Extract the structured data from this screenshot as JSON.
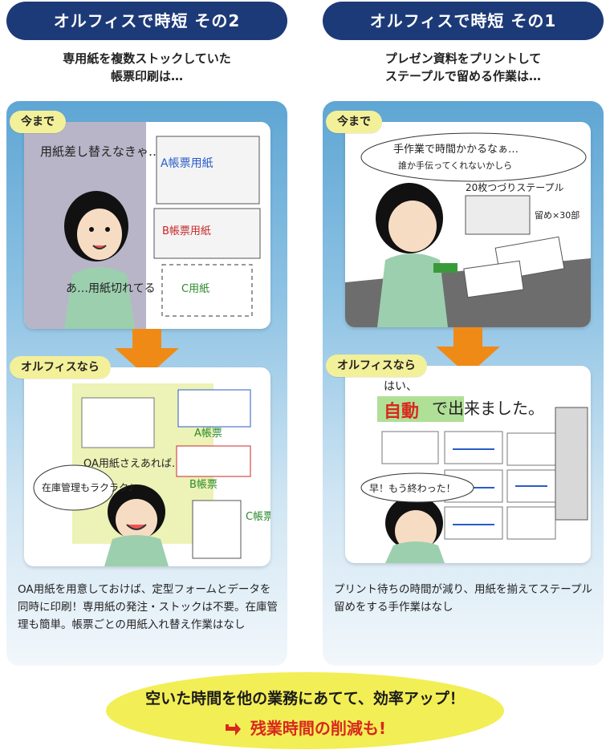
{
  "right_column": {
    "title": "オルフィスで時短 その1",
    "subtitle_line1": "プレゼン資料をプリントして",
    "subtitle_line2": "ステープルで留める作業は…",
    "before_label": "今まで",
    "after_label": "オルフィスなら",
    "before_illustration": {
      "speech_line1": "手作業で時間かかるなぁ…",
      "speech_line2": "誰か手伝ってくれないかしら",
      "note_staple": "20枚つづりステープル",
      "note_count": "留め×30部"
    },
    "after_illustration": {
      "headline_prefix": "はい、",
      "headline_highlight": "自動",
      "headline_suffix": "で出来ました。",
      "exclaim": "早！もう終わった！"
    },
    "description": "プリント待ちの時間が減り、用紙を揃えてステープル留めをする手作業はなし"
  },
  "left_column": {
    "title": "オルフィスで時短 その2",
    "subtitle_line1": "専用紙を複数ストックしていた",
    "subtitle_line2": "帳票印刷は…",
    "before_label": "今まで",
    "after_label": "オルフィスなら",
    "before_illustration": {
      "thought": "用紙差し替えなきゃ…",
      "form_a": "A帳票用紙",
      "form_b": "B帳票用紙",
      "form_c": "C用紙",
      "exclaim": "あ…用紙切れてる"
    },
    "after_illustration": {
      "oa_text": "OA用紙さえあれば…",
      "speech": "在庫管理もラクラク♪",
      "form_a": "A帳票",
      "form_b": "B帳票",
      "form_c": "C帳票"
    },
    "description": "OA用紙を用意しておけば、定型フォームとデータを同時に印刷！専用紙の発注・ストックは不要。在庫管理も簡単。帳票ごとの用紙入れ替え作業はなし"
  },
  "footer": {
    "line1": "空いた時間を他の業務にあてて、効率アップ！",
    "line2": "残業時間の削減も!"
  },
  "colors": {
    "title_bg": "#1d3a78",
    "label_bg": "#f3f09a",
    "arrow": "#ef8a17",
    "footer_bg": "#f2ee55",
    "footer_accent": "#d8281d"
  }
}
